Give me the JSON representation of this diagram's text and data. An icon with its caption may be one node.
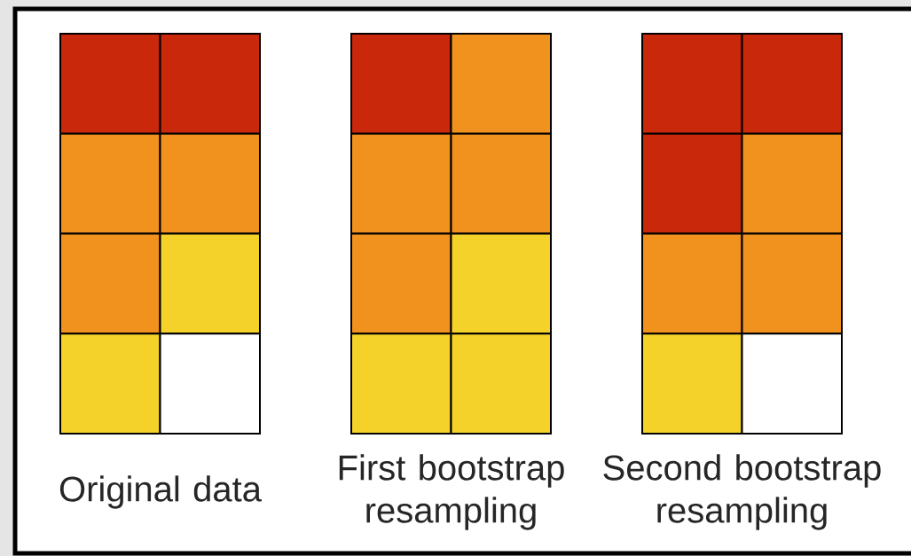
{
  "diagram": {
    "nodes": [
      {
        "text": [
          "Original data"
        ]
      },
      {
        "text": [
          "First bootstrap resampling"
        ]
      },
      {
        "text": [
          "Second bootstrap resampling"
        ]
      }
    ]
  }
}
